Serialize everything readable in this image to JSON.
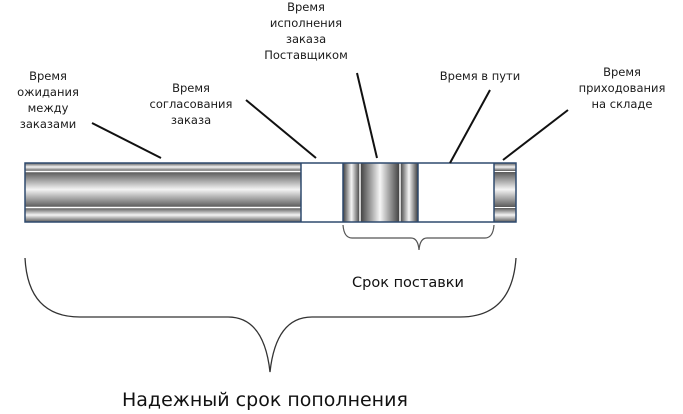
{
  "labels": {
    "waiting": [
      "Время",
      "ожидания",
      "между",
      "заказами"
    ],
    "approval": [
      "Время",
      "согласования",
      "заказа"
    ],
    "execution": [
      "Время",
      "исполнения",
      "заказа",
      "Поставщиком"
    ],
    "transit": [
      "Время в пути"
    ],
    "receiving": [
      "Время",
      "приходования",
      "на складе"
    ]
  },
  "delivery_term": "Срок поставки",
  "replenishment_term": "Надежный срок пополнения"
}
